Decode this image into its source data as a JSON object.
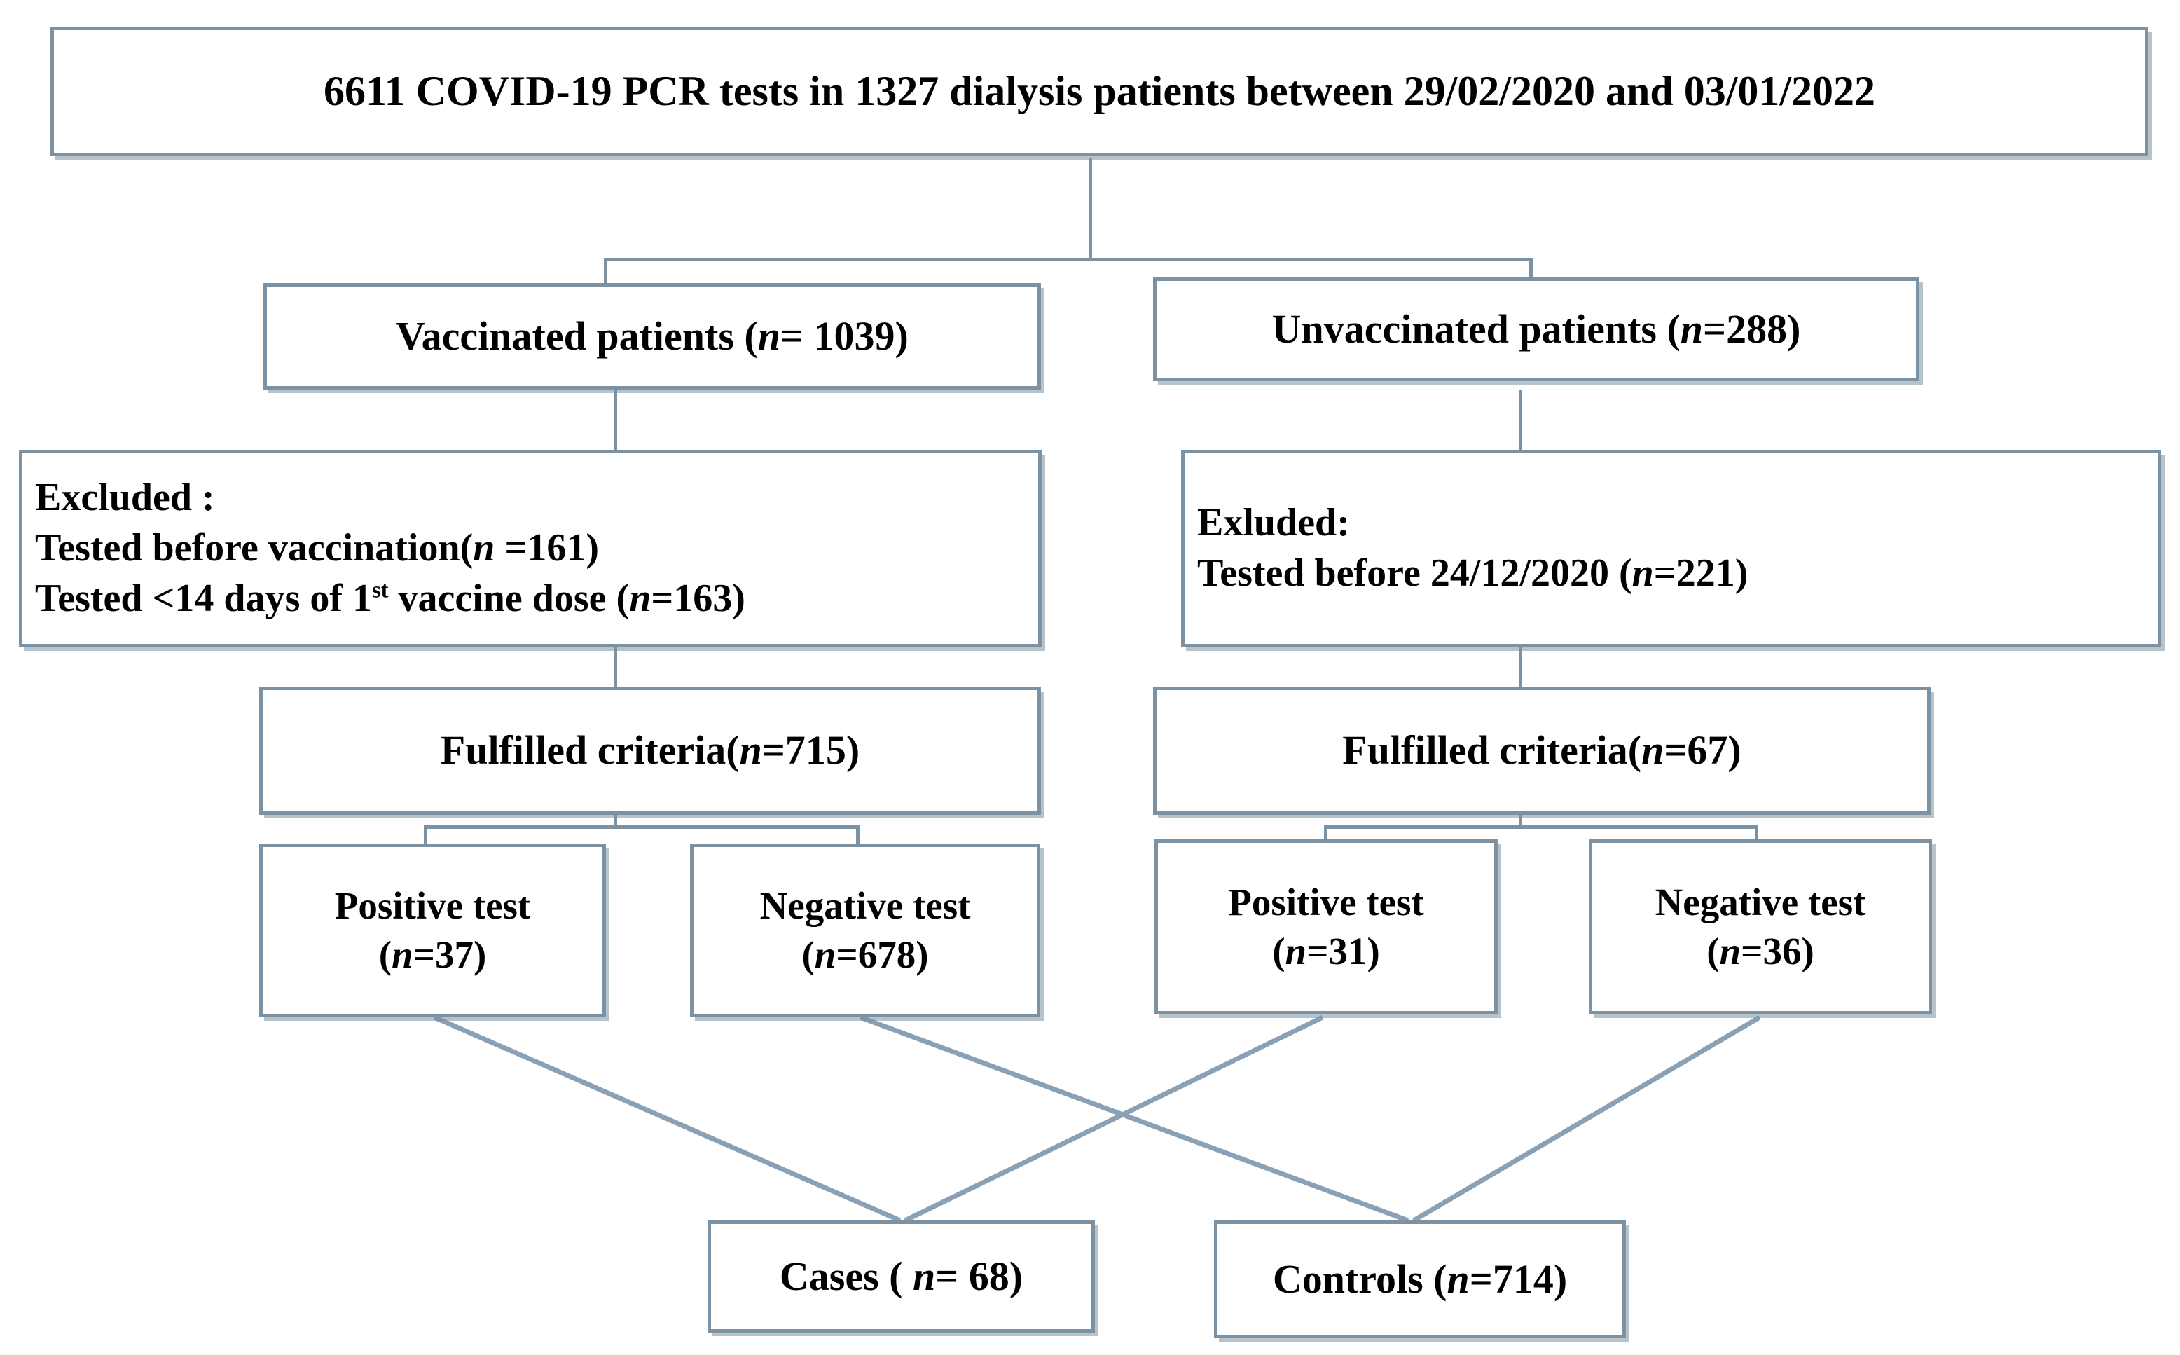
{
  "diagram": {
    "type": "flowchart",
    "title": "COVID-19 PCR testing in dialysis patients - study flow",
    "accent_color": "#7c91a1",
    "text_color": "#000000",
    "background": "#ffffff"
  },
  "nodes": {
    "root": {
      "label": "6611 COVID-19 PCR tests in 1327 dialysis  patients  between 29/02/2020 and 03/01/2022",
      "count": 6611,
      "patients": 1327,
      "date_start": "29/02/2020",
      "date_end": "03/01/2022"
    },
    "vaccinated": {
      "label_prefix": "Vaccinated patients (",
      "n_symbol": "n",
      "label_suffix": "= 1039)",
      "n": 1039
    },
    "unvaccinated": {
      "label_prefix": "Unvaccinated  patients (",
      "n_symbol": "n",
      "label_suffix": "=288)",
      "n": 288
    },
    "excluded_vax": {
      "heading": "Excluded :",
      "line1_prefix": "Tested before vaccination(",
      "line1_n_symbol": "n",
      "line1_suffix": " =161)",
      "line1_n": 161,
      "line2_prefix": "Tested <14 days of 1",
      "line2_superscript": "st",
      "line2_mid": " vaccine dose (",
      "line2_n_symbol": "n",
      "line2_suffix": "=163)",
      "line2_n": 163
    },
    "excluded_unvax": {
      "heading": "Exluded:",
      "line1_prefix": " Tested before  24/12/2020 (",
      "line1_n_symbol": "n",
      "line1_suffix": "=221)",
      "line1_n": 221,
      "date_cutoff": "24/12/2020"
    },
    "fulfilled_vax": {
      "label_prefix": "Fulfilled criteria(",
      "n_symbol": "n",
      "label_suffix": "=715)",
      "n": 715
    },
    "fulfilled_unvax": {
      "label_prefix": "Fulfilled criteria(",
      "n_symbol": "n",
      "label_suffix": "=67)",
      "n": 67
    },
    "vax_positive": {
      "line1": "Positive test",
      "line2_prefix": "(",
      "n_symbol": "n",
      "line2_suffix": "=37)",
      "n": 37
    },
    "vax_negative": {
      "line1": "Negative test",
      "line2_prefix": "(",
      "n_symbol": "n",
      "line2_suffix": "=678)",
      "n": 678
    },
    "unvax_positive": {
      "line1": "Positive test",
      "line2_prefix": "(",
      "n_symbol": "n",
      "line2_suffix": "=31)",
      "n": 31
    },
    "unvax_negative": {
      "line1": "Negative test",
      "line2_prefix": "(",
      "n_symbol": "n",
      "line2_suffix": "=36)",
      "n": 36
    },
    "cases": {
      "label_prefix": "Cases ( ",
      "n_symbol": "n",
      "label_suffix": "= 68)",
      "n": 68
    },
    "controls": {
      "label_prefix": "Controls (",
      "n_symbol": "n",
      "label_suffix": "=714)",
      "n": 714
    }
  },
  "edges": [
    {
      "from": "root",
      "to": "vaccinated"
    },
    {
      "from": "root",
      "to": "unvaccinated"
    },
    {
      "from": "vaccinated",
      "to": "excluded_vax"
    },
    {
      "from": "unvaccinated",
      "to": "excluded_unvax"
    },
    {
      "from": "excluded_vax",
      "to": "fulfilled_vax"
    },
    {
      "from": "excluded_unvax",
      "to": "fulfilled_unvax"
    },
    {
      "from": "fulfilled_vax",
      "to": "vax_positive"
    },
    {
      "from": "fulfilled_vax",
      "to": "vax_negative"
    },
    {
      "from": "fulfilled_unvax",
      "to": "unvax_positive"
    },
    {
      "from": "fulfilled_unvax",
      "to": "unvax_negative"
    },
    {
      "from": "vax_positive",
      "to": "cases"
    },
    {
      "from": "unvax_positive",
      "to": "cases"
    },
    {
      "from": "vax_negative",
      "to": "controls"
    },
    {
      "from": "unvax_negative",
      "to": "controls"
    }
  ]
}
